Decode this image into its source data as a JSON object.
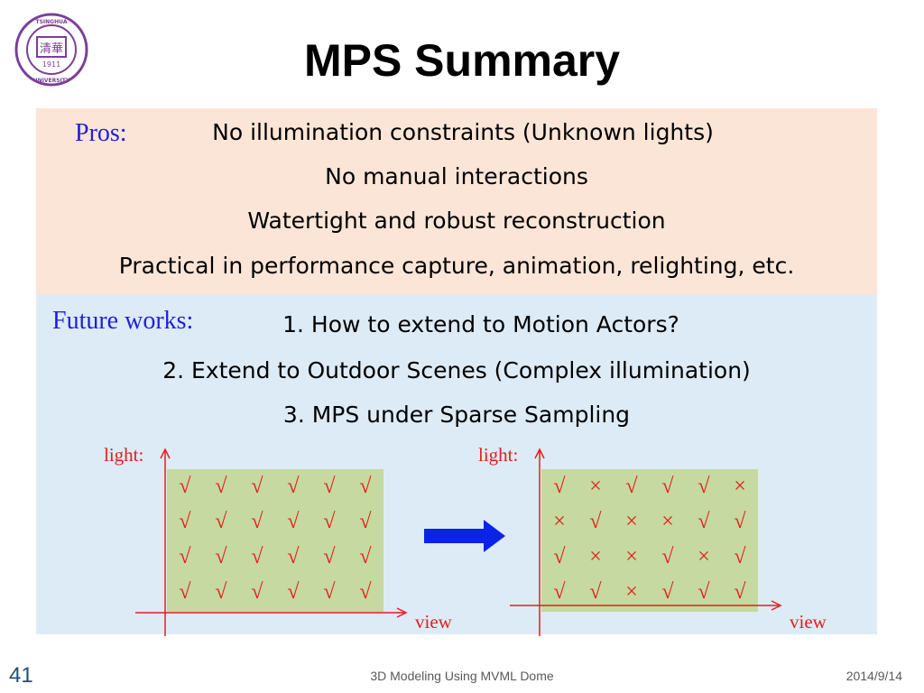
{
  "slide": {
    "title": "MPS Summary",
    "logo": {
      "text_top": "TSINGHUA",
      "text_right": "UNIVERSITY",
      "year": "1911",
      "center": "清華"
    }
  },
  "pros": {
    "label": "Pros:",
    "lines": [
      "No illumination constraints (Unknown lights)",
      "No manual interactions",
      "Watertight and robust reconstruction",
      "Practical in performance capture, animation, relighting, etc."
    ]
  },
  "future": {
    "label": "Future works:",
    "lines": [
      "1. How to extend to Motion Actors?",
      "2. Extend to Outdoor Scenes (Complex illumination)",
      "3. MPS under Sparse Sampling"
    ]
  },
  "diagrams": {
    "left": {
      "y_label": "light:",
      "x_label": "view",
      "rows": [
        [
          "√",
          "√",
          "√",
          "√",
          "√",
          "√"
        ],
        [
          "√",
          "√",
          "√",
          "√",
          "√",
          "√"
        ],
        [
          "√",
          "√",
          "√",
          "√",
          "√",
          "√"
        ],
        [
          "√",
          "√",
          "√",
          "√",
          "√",
          "√"
        ]
      ]
    },
    "right": {
      "y_label": "light:",
      "x_label": "view",
      "rows": [
        [
          "√",
          "×",
          "√",
          "√",
          "√",
          "×"
        ],
        [
          "×",
          "√",
          "×",
          "×",
          "√",
          "√"
        ],
        [
          "√",
          "×",
          "×",
          "√",
          "×",
          "√"
        ],
        [
          "√",
          "√",
          "×",
          "√",
          "√",
          "√"
        ]
      ]
    },
    "arrow_color": "#0b23e6",
    "mark_color": "#e51c1c"
  },
  "footer": {
    "slide_number": "41",
    "center": "3D Modeling Using MVML Dome",
    "date": "2014/9/14"
  }
}
